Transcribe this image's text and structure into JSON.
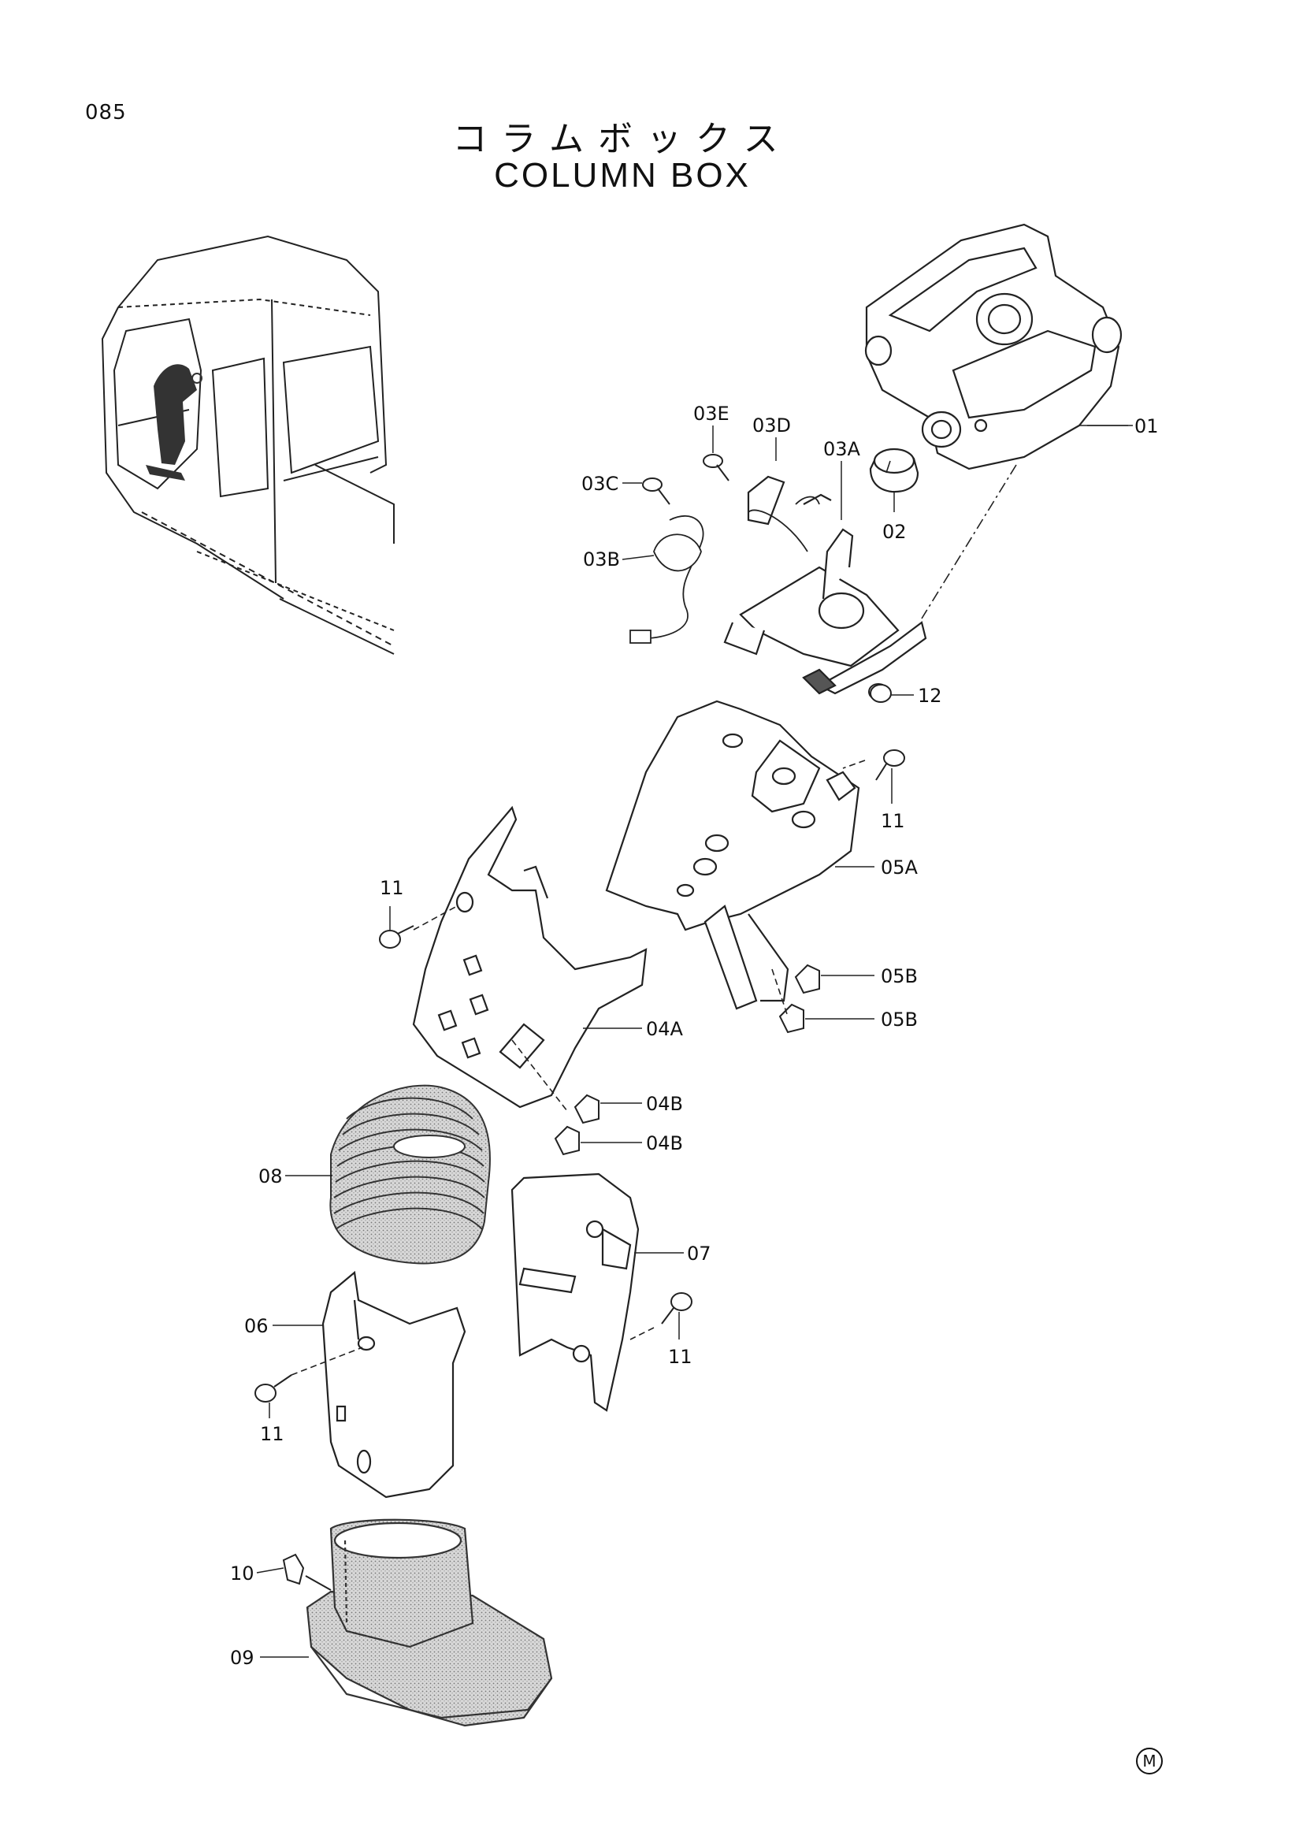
{
  "page_number": "085",
  "title_jp": "コラムボックス",
  "title_en": "COLUMN BOX",
  "manufacturer_mark": "M",
  "parts": [
    {
      "id": "01"
    },
    {
      "id": "02"
    },
    {
      "id": "03A"
    },
    {
      "id": "03B"
    },
    {
      "id": "03C"
    },
    {
      "id": "03D"
    },
    {
      "id": "03E"
    },
    {
      "id": "04A"
    },
    {
      "id": "04B"
    },
    {
      "id": "05A"
    },
    {
      "id": "05B"
    },
    {
      "id": "06"
    },
    {
      "id": "07"
    },
    {
      "id": "08"
    },
    {
      "id": "09"
    },
    {
      "id": "10"
    },
    {
      "id": "11"
    },
    {
      "id": "12"
    }
  ]
}
